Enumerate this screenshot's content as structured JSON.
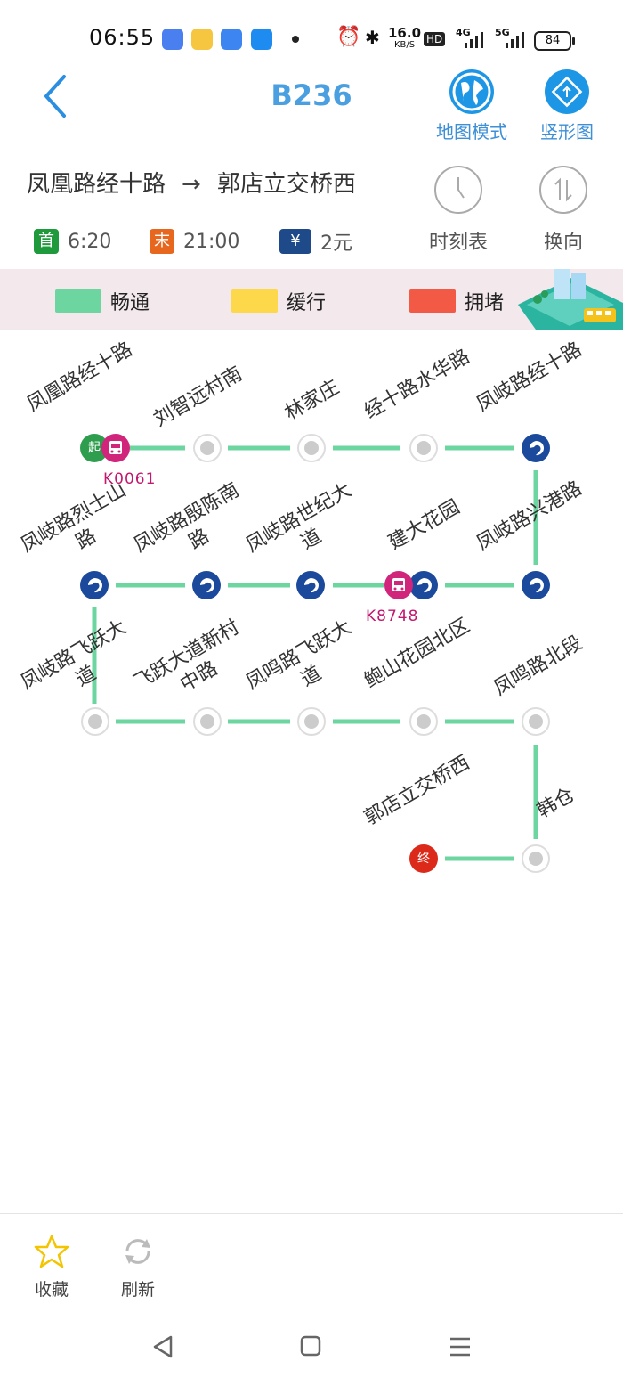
{
  "status_bar": {
    "time": "06:55",
    "net_speed_value": "16.0",
    "net_speed_unit": "KB/S",
    "hd": "HD",
    "signal_1": "4G",
    "signal_2": "5G",
    "battery": "84"
  },
  "header": {
    "route_name": "B236",
    "map_mode_label": "地图模式",
    "vertical_map_label": "竖形图"
  },
  "route_info": {
    "from": "凤凰路经十路",
    "to": "郭店立交桥西",
    "arrow": "→",
    "first_badge": "首",
    "first_time": "6:20",
    "last_badge": "末",
    "last_time": "21:00",
    "fare_badge": "¥",
    "fare": "2元",
    "timetable_label": "时刻表",
    "reverse_label": "换向"
  },
  "legend": {
    "smooth": "畅通",
    "slow": "缓行",
    "congested": "拥堵",
    "colors": {
      "smooth": "#6dd6a0",
      "slow": "#fdd84a",
      "congested": "#f25a45"
    }
  },
  "stops": [
    {
      "name": "凤凰路经十路",
      "type": "start",
      "tag": "起"
    },
    {
      "name": "刘智远村南",
      "type": "normal"
    },
    {
      "name": "林家庄",
      "type": "normal"
    },
    {
      "name": "经十路水华路",
      "type": "normal"
    },
    {
      "name": "凤岐路经十路",
      "type": "metro"
    },
    {
      "name": "凤岐路兴港路",
      "type": "metro"
    },
    {
      "name": "建大花园",
      "type": "metro"
    },
    {
      "name": "凤岐路世纪大道",
      "type": "metro"
    },
    {
      "name": "凤岐路殷陈南路",
      "type": "metro"
    },
    {
      "name": "凤岐路烈士山路",
      "type": "metro"
    },
    {
      "name": "凤岐路飞跃大道",
      "type": "normal"
    },
    {
      "name": "飞跃大道新村中路",
      "type": "normal"
    },
    {
      "name": "凤鸣路飞跃大道",
      "type": "normal"
    },
    {
      "name": "鲍山花园北区",
      "type": "normal"
    },
    {
      "name": "凤鸣路北段",
      "type": "normal"
    },
    {
      "name": "韩仓",
      "type": "normal"
    },
    {
      "name": "郭店立交桥西",
      "type": "end",
      "tag": "终"
    }
  ],
  "buses": [
    {
      "plate": "K0061",
      "near_stop": "凤凰路经十路"
    },
    {
      "plate": "K8748",
      "near_stop": "建大花园"
    }
  ],
  "bottom_bar": {
    "favorite_label": "收藏",
    "refresh_label": "刷新"
  }
}
